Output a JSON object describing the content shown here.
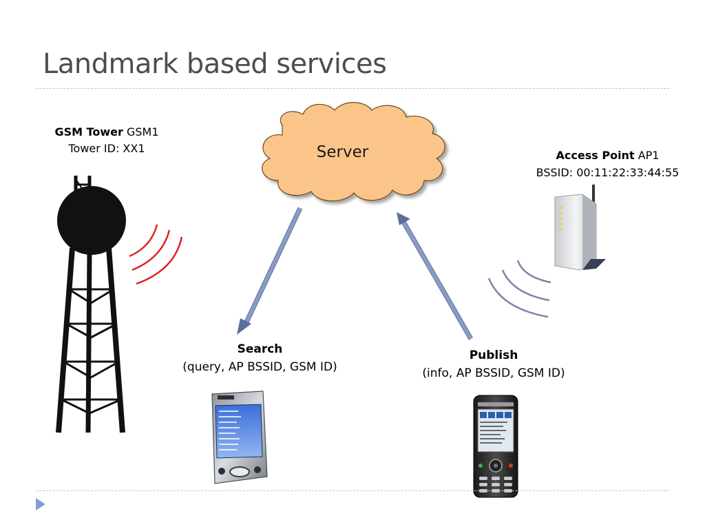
{
  "slide": {
    "title": "Landmark based services"
  },
  "server": {
    "label": "Server"
  },
  "gsm_tower": {
    "name": "GSM Tower",
    "id_name": "GSM1",
    "tower_id": "Tower ID: XX1"
  },
  "access_point": {
    "name": "Access Point",
    "id_name": "AP1",
    "bssid": "BSSID: 00:11:22:33:44:55"
  },
  "search": {
    "title": "Search",
    "params": "(query, AP BSSID, GSM ID)"
  },
  "publish": {
    "title": "Publish",
    "params": "(info, AP BSSID, GSM ID)"
  },
  "colors": {
    "title_text": "#4d4d4d",
    "cloud_fill": "#fbc58a",
    "arrow_fill": "#7d8fb8",
    "gsm_signal": "#e02020",
    "ap_signal": "#7a84a8",
    "tower_ink": "#111111",
    "bullet": "#7f9fcf"
  },
  "icons": {
    "cloud": "cloud-icon",
    "tower": "gsm-tower-icon",
    "router": "wifi-router-icon",
    "pda": "pda-device-icon",
    "phone": "mobile-phone-icon",
    "bullet": "play-triangle-icon"
  }
}
